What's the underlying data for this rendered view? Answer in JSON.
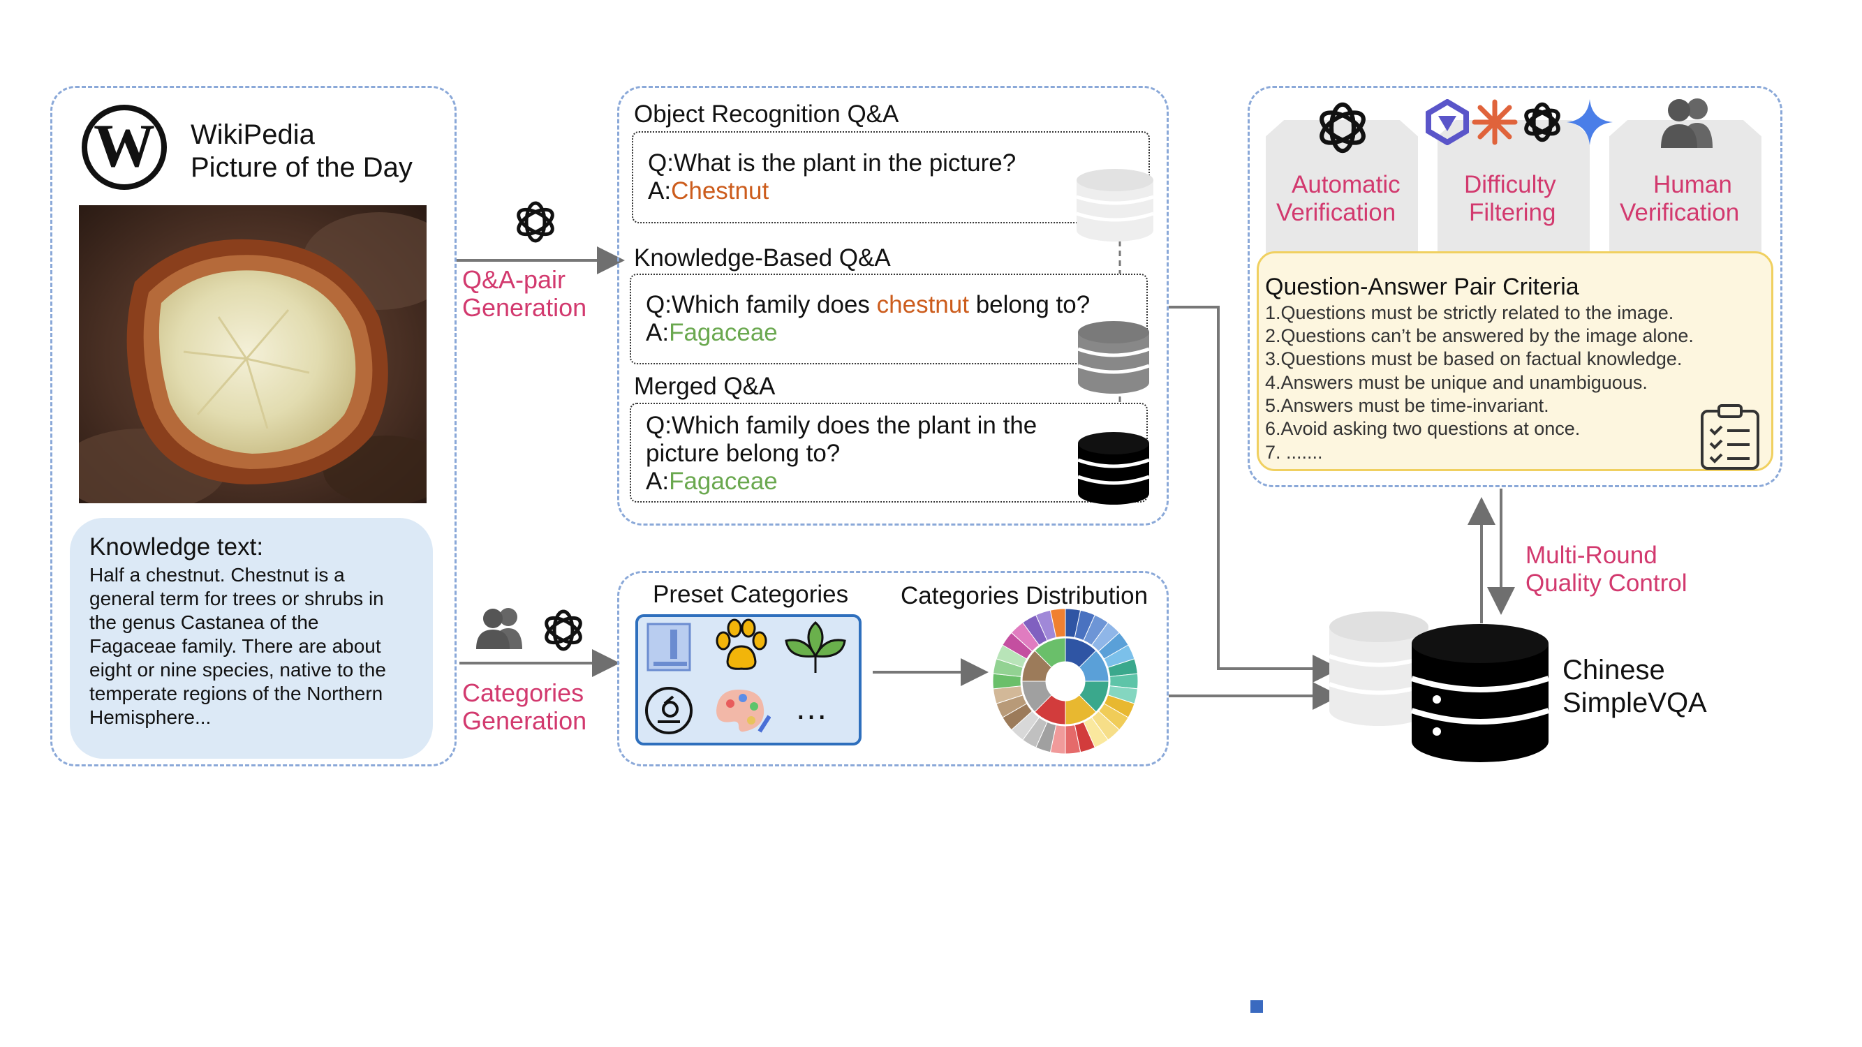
{
  "source": {
    "logo_letter": "W",
    "title_line1": "WikiPedia",
    "title_line2": "Picture of the Day",
    "knowledge_title": "Knowledge text:",
    "knowledge_lines": [
      "Half a chestnut. Chestnut is a",
      "general term for trees or shrubs in",
      "the genus Castanea of the",
      "Fagaceae family. There are about",
      "eight or nine species, native to the",
      "temperate regions of the Northern",
      "Hemisphere..."
    ]
  },
  "arrows": {
    "qa_gen_line1": "Q&A-pair",
    "qa_gen_line2": "Generation",
    "cat_gen_line1": "Categories",
    "cat_gen_line2": "Generation",
    "multi_round_line1": "Multi-Round",
    "multi_round_line2": "Quality Control"
  },
  "qa": {
    "obj_title": "Object Recognition Q&A",
    "obj_q": "Q:What is the plant in the picture?",
    "obj_a_prefix": "A:",
    "obj_a": "Chestnut",
    "kb_title": "Knowledge-Based Q&A",
    "kb_q_prefix": "Q:Which family does ",
    "kb_q_entity": "chestnut",
    "kb_q_suffix": " belong to?",
    "kb_a_prefix": "A:",
    "kb_a": "Fagaceae",
    "merged_title": "Merged Q&A",
    "merged_q_line1": "Q:Which family does the plant in the",
    "merged_q_line2": "picture belong to?",
    "merged_a_prefix": "A:",
    "merged_a": "Fagaceae"
  },
  "categories": {
    "preset_title": "Preset Categories",
    "dist_title": "Categories Distribution",
    "more": "…"
  },
  "verification": {
    "auto_line1": "Automatic",
    "auto_line2": "Verification",
    "diff_line1": "Difficulty",
    "diff_line2": "Filtering",
    "human_line1": "Human",
    "human_line2": "Verification",
    "criteria_title": "Question-Answer Pair Criteria",
    "criteria": [
      "1.Questions must be strictly related to the image.",
      "2.Questions can’t be answered by the image alone.",
      "3.Questions must be based on factual knowledge.",
      "4.Answers must be unique and unambiguous.",
      "5.Answers must be time-invariant.",
      "6.Avoid asking two questions at once.",
      "7. ......."
    ]
  },
  "output": {
    "line1": "Chinese",
    "line2": "SimpleVQA"
  },
  "colors": {
    "dash_border": "#8aa8d8",
    "pink_label": "#d2396e",
    "answer_orange": "#cc5c1c",
    "answer_green": "#6aa84f",
    "criteria_bg": "#fdf6df",
    "knowledge_bg": "#dce9f6"
  }
}
